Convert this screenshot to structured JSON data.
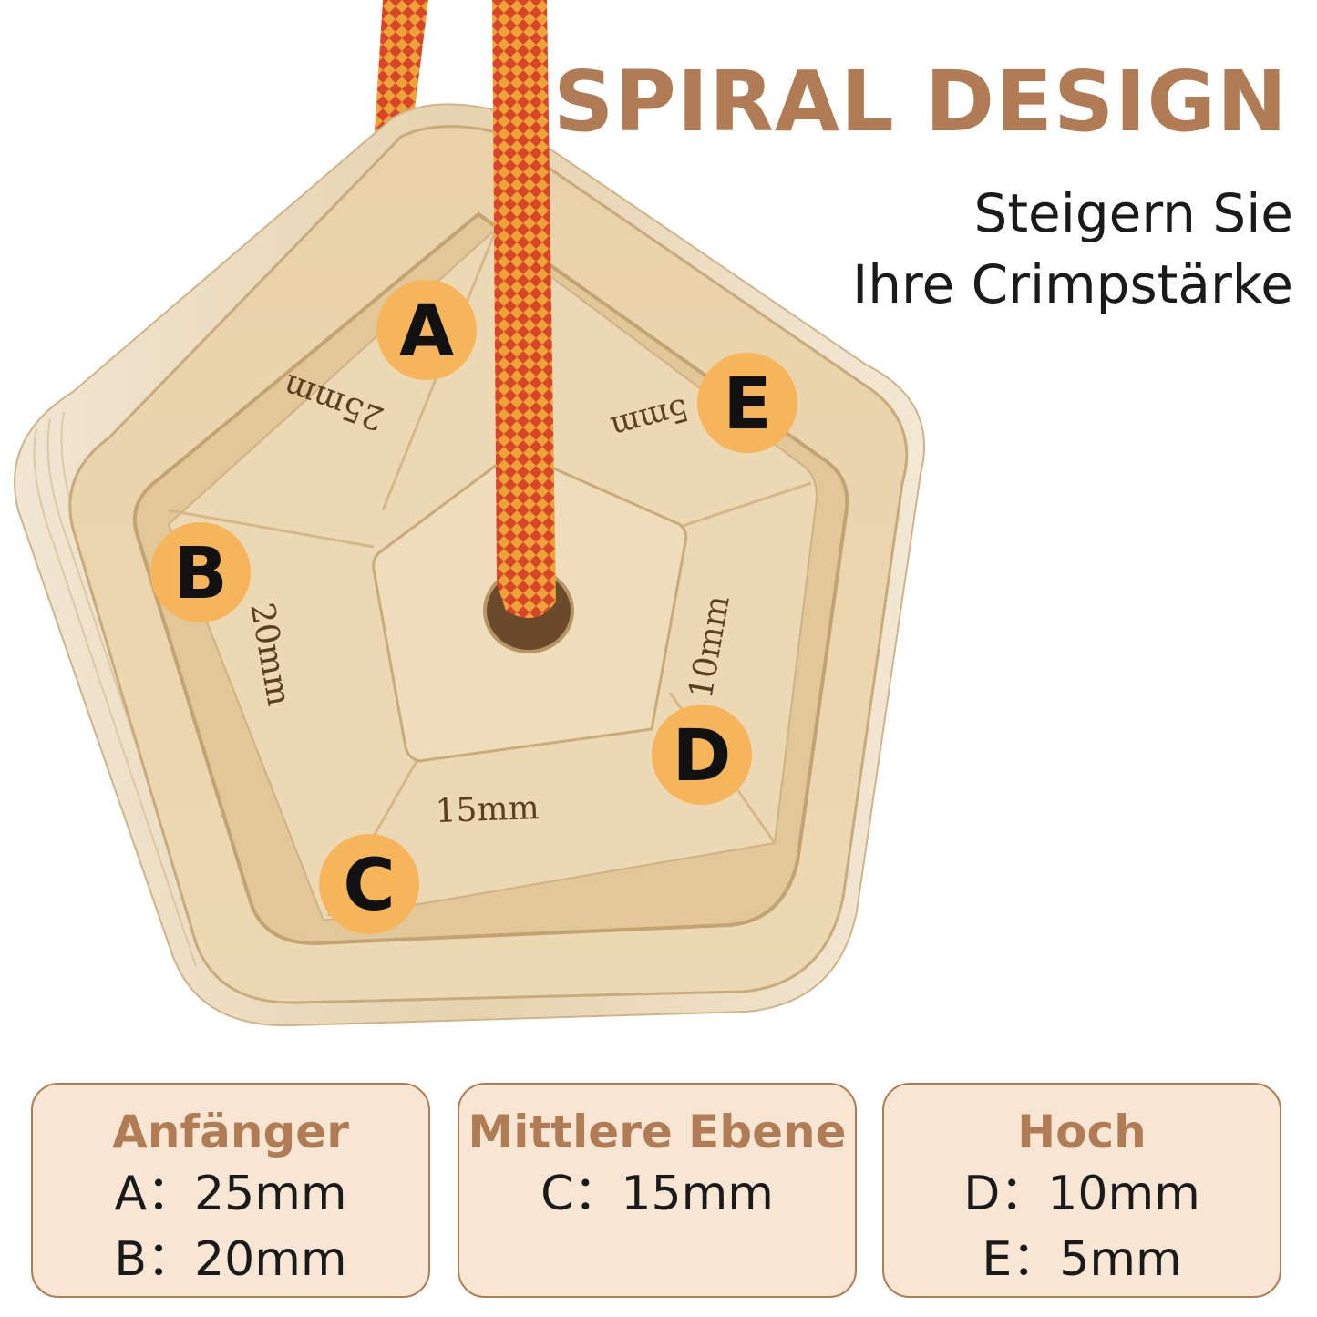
{
  "header": {
    "title": "SPIRAL DESIGN",
    "subtitle_line1": "Steigern Sie",
    "subtitle_line2": "Ihre Crimpstärke"
  },
  "product": {
    "markers": [
      {
        "letter": "A"
      },
      {
        "letter": "B"
      },
      {
        "letter": "C"
      },
      {
        "letter": "D"
      },
      {
        "letter": "E"
      }
    ],
    "engravings": [
      "25mm",
      "20mm",
      "15mm",
      "10mm",
      "5mm"
    ]
  },
  "levels": [
    {
      "title": "Anfänger",
      "lines": [
        "A：25mm",
        "B：20mm"
      ]
    },
    {
      "title": "Mittlere Ebene",
      "lines": [
        "C：15mm",
        ""
      ]
    },
    {
      "title": "Hoch",
      "lines": [
        "D：10mm",
        "E：5mm"
      ]
    }
  ],
  "colors": {
    "accent": "#b07c55",
    "card_bg": "#f7e6d3",
    "marker": "#f6b55a",
    "wood": "#e8d3ae",
    "rope_red": "#d9452b",
    "rope_yellow": "#f3c23b"
  }
}
